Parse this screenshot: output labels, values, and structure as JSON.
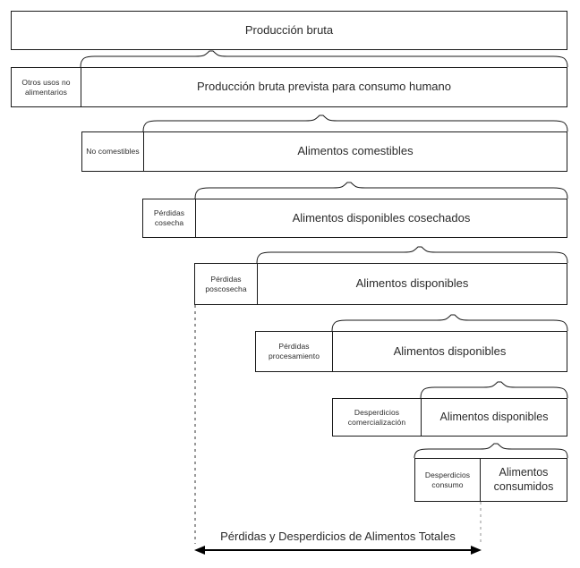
{
  "diagram": {
    "title": "Producción bruta",
    "type": "food-loss-waste-cascade",
    "rows": [
      {
        "id": "row-1",
        "loss_label": null,
        "main_label": "Producción bruta"
      },
      {
        "id": "row-2",
        "loss_label": "Otros usos no alimentarios",
        "main_label": "Producción bruta prevista para consumo humano"
      },
      {
        "id": "row-3",
        "loss_label": "No comestibles",
        "main_label": "Alimentos comestibles"
      },
      {
        "id": "row-4",
        "loss_label": "Pérdidas cosecha",
        "main_label": "Alimentos disponibles cosechados"
      },
      {
        "id": "row-5",
        "loss_label": "Pérdidas poscosecha",
        "main_label": "Alimentos disponibles"
      },
      {
        "id": "row-6",
        "loss_label": "Pérdidas procesamiento",
        "main_label": "Alimentos disponibles"
      },
      {
        "id": "row-7",
        "loss_label": "Desperdicios comercialización",
        "main_label": "Alimentos disponibles"
      },
      {
        "id": "row-8",
        "loss_label": "Desperdicios consumo",
        "main_label": "Alimentos consumidos"
      }
    ],
    "total_measure": {
      "label": "Pérdidas y Desperdicios de Alimentos Totales"
    },
    "colors": {
      "box_border": "#1a1a1a",
      "box_fill": "#ffffff",
      "text": "#2b2b2b",
      "brace": "#1a1a1a",
      "dotted_left": "#333333",
      "dotted_right": "#b0b0b0",
      "arrow": "#000000"
    }
  }
}
